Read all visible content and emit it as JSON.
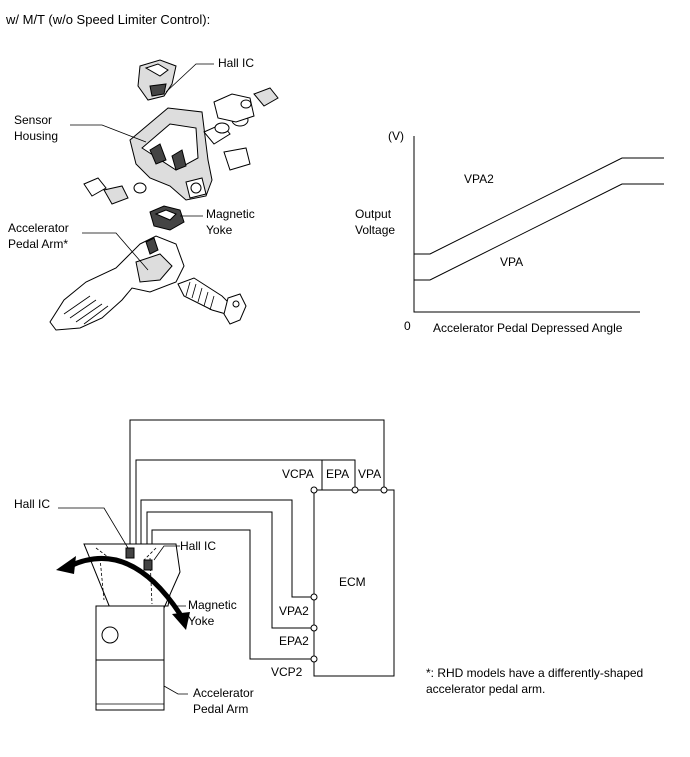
{
  "heading": "w/ M/T (w/o Speed Limiter Control):",
  "exploded_view": {
    "hall_ic": "Hall IC",
    "sensor_housing_line1": "Sensor",
    "sensor_housing_line2": "Housing",
    "magnetic_yoke_line1": "Magnetic",
    "magnetic_yoke_line2": "Yoke",
    "pedal_arm_line1": "Accelerator",
    "pedal_arm_line2": "Pedal Arm*"
  },
  "graph": {
    "y_unit": "(V)",
    "y_label_line1": "Output",
    "y_label_line2": "Voltage",
    "origin": "0",
    "x_label": "Accelerator Pedal Depressed Angle",
    "series": [
      {
        "name": "VPA2"
      },
      {
        "name": "VPA"
      }
    ]
  },
  "circuit": {
    "ecm": "ECM",
    "terminals_top": [
      "VCPA",
      "EPA",
      "VPA"
    ],
    "terminals_side": [
      "VPA2",
      "EPA2",
      "VCP2"
    ],
    "hall_ic_left": "Hall IC",
    "hall_ic_right": "Hall IC",
    "magnetic_yoke_line1": "Magnetic",
    "magnetic_yoke_line2": "Yoke",
    "pedal_arm_line1": "Accelerator",
    "pedal_arm_line2": "Pedal Arm"
  },
  "footnote_line1": "*: RHD models have a differently-shaped",
  "footnote_line2": "accelerator pedal arm."
}
